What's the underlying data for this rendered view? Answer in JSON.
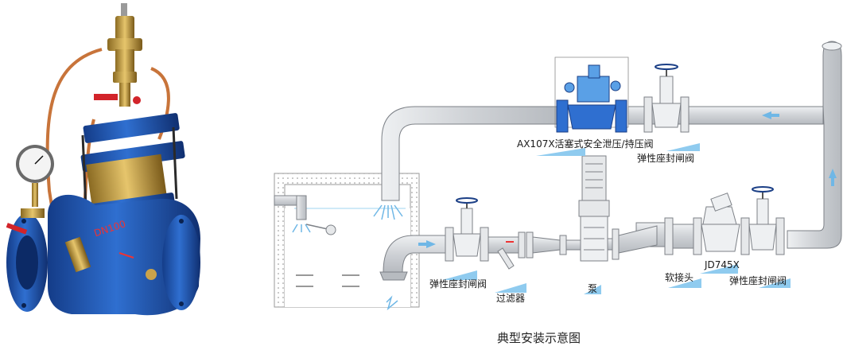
{
  "product_photo": {
    "body_marking": "DN100",
    "body_color": "#1e4fa8",
    "brass_color": "#c9a24a",
    "copper_tube_color": "#c8743a"
  },
  "diagram": {
    "pipe_color": "#d6d8dc",
    "pipe_outline": "#7d8187",
    "arrow_color": "#6fb7e6",
    "water_color": "#9fd6f2",
    "labels": {
      "main_valve": "AX107X活塞式安全泄压/持压阀",
      "gate_valve_top": "弹性座封闸阀",
      "gate_valve_left": "弹性座封闸阀",
      "strainer": "过滤器",
      "pump": "泵",
      "flexible_joint": "软接头",
      "check_valve": "JD745X",
      "gate_valve_right": "弹性座封闸阀"
    },
    "caption": "典型安装示意图"
  }
}
